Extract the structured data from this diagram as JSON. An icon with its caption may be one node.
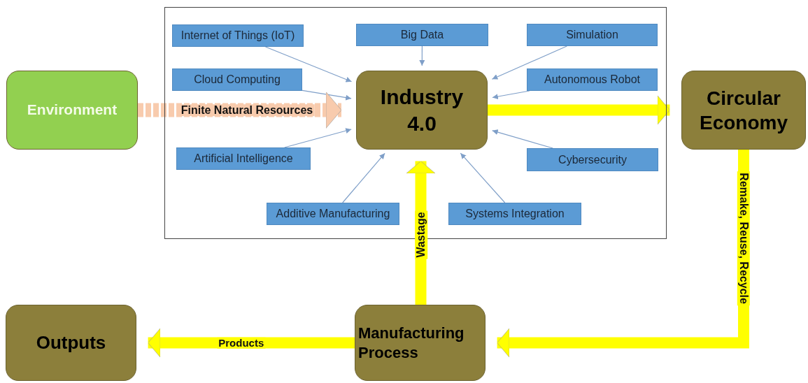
{
  "diagram": {
    "nodes": [
      {
        "text": [],
        "shape": "box"
      },
      {
        "text": [
          "Internet of Things (IoT)"
        ],
        "in": 0
      },
      {
        "text": [
          "Big Data"
        ],
        "in": 0
      },
      {
        "text": [
          "Simulation"
        ],
        "in": 0
      },
      {
        "text": [
          "Cloud Computing"
        ],
        "in": 0
      },
      {
        "text": [
          "Industry 4.0"
        ],
        "in": 0
      },
      {
        "text": [
          "Autonomous Robot"
        ],
        "in": 0
      },
      {
        "text": [
          "Artificial Intelligence"
        ],
        "in": 0
      },
      {
        "text": [
          "Cybersecurity"
        ],
        "in": 0
      },
      {
        "text": [
          "Additive Manufacturing"
        ],
        "in": 0
      },
      {
        "text": [
          "Systems Integration"
        ],
        "in": 0
      },
      {
        "text": [
          "Environment"
        ]
      },
      {
        "text": [
          "Circular Economy"
        ]
      },
      {
        "text": [
          "Outputs"
        ]
      },
      {
        "text": [
          "Manufacturing Process"
        ]
      }
    ],
    "edges": [
      {
        "from": 1,
        "to": 5,
        "arrow": "to"
      },
      {
        "from": 2,
        "to": 5,
        "arrow": "to"
      },
      {
        "from": 3,
        "to": 5,
        "arrow": "to"
      },
      {
        "from": 4,
        "to": 5,
        "arrow": "to"
      },
      {
        "from": 6,
        "to": 5,
        "arrow": "to"
      },
      {
        "from": 7,
        "to": 5,
        "arrow": "to"
      },
      {
        "from": 8,
        "to": 5,
        "arrow": "to"
      },
      {
        "from": 9,
        "to": 5,
        "arrow": "to"
      },
      {
        "from": 10,
        "to": 5,
        "arrow": "to"
      },
      {
        "from": 11,
        "to": 5,
        "arrow": "to",
        "label": "Finite Natural Resources",
        "style": "dashed",
        "color": "#f8cbad"
      },
      {
        "from": 5,
        "to": 12,
        "arrow": "to",
        "style": "thick",
        "color": "#ffff00"
      },
      {
        "from": 12,
        "to": 14,
        "arrow": "to",
        "label": "Remake, Reuse, Recycle",
        "style": "thick",
        "color": "#ffff00"
      },
      {
        "from": 14,
        "to": 5,
        "arrow": "to",
        "label": "Wastage",
        "style": "thick",
        "color": "#ffff00"
      },
      {
        "from": 14,
        "to": 13,
        "arrow": "to",
        "label": "Products",
        "style": "thick",
        "color": "#ffff00"
      }
    ]
  }
}
